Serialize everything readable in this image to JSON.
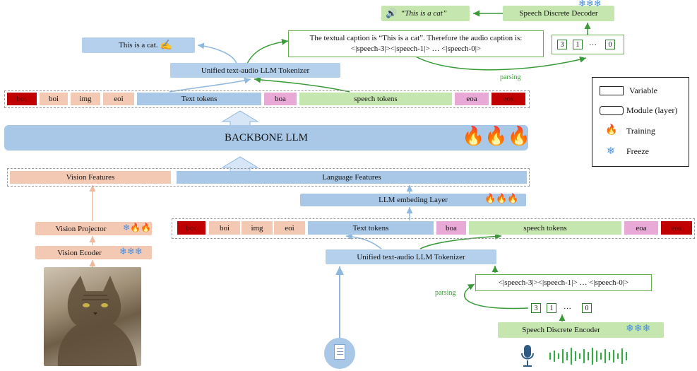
{
  "output": {
    "audio_text": "“This is a cat”",
    "decoder": "Speech Discrete Decoder",
    "caption_line1": "The textual caption is “This is a cat”. Therefore the audio caption is:",
    "caption_line2": "<|speech-3|><|speech-1|> … <|speech-0|>",
    "codes": [
      "3",
      "1",
      "…",
      "0"
    ],
    "parsing": "parsing",
    "text_output": "This is a cat.",
    "tokenizer": "Unified text-audio LLM Tokenizer"
  },
  "top_tokens": [
    "bos",
    "boi",
    "img",
    "eoi",
    "Text tokens",
    "boa",
    "speech tokens",
    "eoa",
    "eos"
  ],
  "backbone": "BACKBONE LLM",
  "features": {
    "vision": "Vision Features",
    "language": "Language Features"
  },
  "embedding": "LLM embeding Layer",
  "vision": {
    "projector": "Vision Projector",
    "encoder": "Vision Ecoder"
  },
  "bottom_tokens": [
    "bos",
    "boi",
    "img",
    "eoi",
    "Text tokens",
    "boa",
    "speech tokens",
    "eoa",
    "eos"
  ],
  "input": {
    "tokenizer": "Unified text-audio LLM Tokenizer",
    "speech_seq": "<|speech-3|><|speech-1|> … <|speech-0|>",
    "codes": [
      "3",
      "1",
      "…",
      "0"
    ],
    "parsing": "parsing",
    "encoder": "Speech Discrete Encoder"
  },
  "legend": {
    "variable": "Variable",
    "module": "Module (layer)",
    "training": "Training",
    "freeze": "Freeze"
  },
  "icons": {
    "fire": "fire-icon",
    "snow": "snowflake-icon",
    "speaker": "speaker-icon",
    "hand": "writing-hand-icon",
    "doc": "document-icon",
    "mic": "microphone-icon",
    "wave": "waveform-icon"
  },
  "colors": {
    "blue": "#a9c8e8",
    "salmon": "#f4c9b4",
    "green": "#c6e6b0",
    "pink": "#e8a9d6",
    "red": "#c00000",
    "accent_green": "#6ab04c"
  }
}
